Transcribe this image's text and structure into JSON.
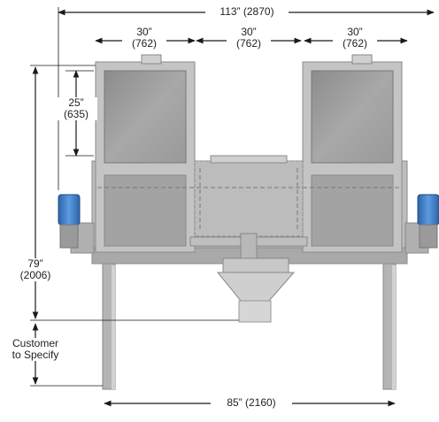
{
  "dimensions": {
    "overall_width": "113” (2870)",
    "hopper_left_width": "30”\n(762)",
    "center_gap_width": "30”\n(762)",
    "hopper_right_width": "30”\n(762)",
    "hopper_height": "25”\n(635)",
    "overall_height": "79”\n(2006)",
    "leg_height": "Customer\nto Specify",
    "leg_span": "85” (2160)"
  },
  "colors": {
    "frame": "#b9b9b9",
    "frame_dark": "#8f8f8f",
    "glass": "#9c9c9c",
    "motor": "#3f7fc4",
    "line": "#1a1a1a"
  }
}
